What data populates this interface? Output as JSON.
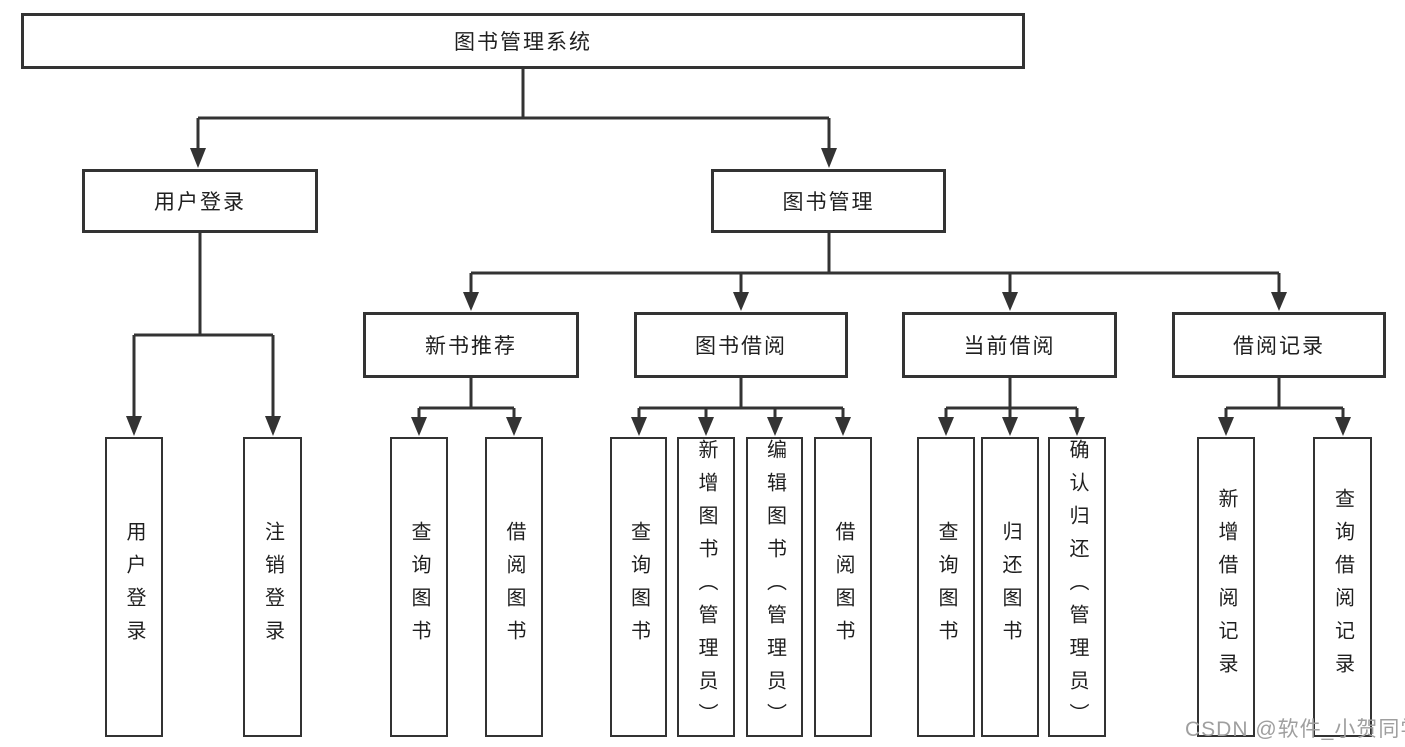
{
  "diagram": {
    "colors": {
      "line": "#333333",
      "box_fill": "#ffffff",
      "text": "#1f1f1f",
      "watermark": "#9f9f9f"
    },
    "tree": {
      "label": "图书管理系统",
      "children": [
        {
          "label": "用户登录",
          "children": [
            {
              "label": "用户登录"
            },
            {
              "label": "注销登录"
            }
          ]
        },
        {
          "label": "图书管理",
          "children": [
            {
              "label": "新书推荐",
              "children": [
                {
                  "label": "查询图书"
                },
                {
                  "label": "借阅图书"
                }
              ]
            },
            {
              "label": "图书借阅",
              "children": [
                {
                  "label": "查询图书"
                },
                {
                  "label": "新增图书（管理员）"
                },
                {
                  "label": "编辑图书（管理员）"
                },
                {
                  "label": "借阅图书"
                }
              ]
            },
            {
              "label": "当前借阅",
              "children": [
                {
                  "label": "查询图书"
                },
                {
                  "label": "归还图书"
                },
                {
                  "label": "确认归还（管理员）"
                }
              ]
            },
            {
              "label": "借阅记录",
              "children": [
                {
                  "label": "新增借阅记录"
                },
                {
                  "label": "查询借阅记录"
                }
              ]
            }
          ]
        }
      ]
    },
    "watermark": "CSDN @软件_小贺同学"
  }
}
